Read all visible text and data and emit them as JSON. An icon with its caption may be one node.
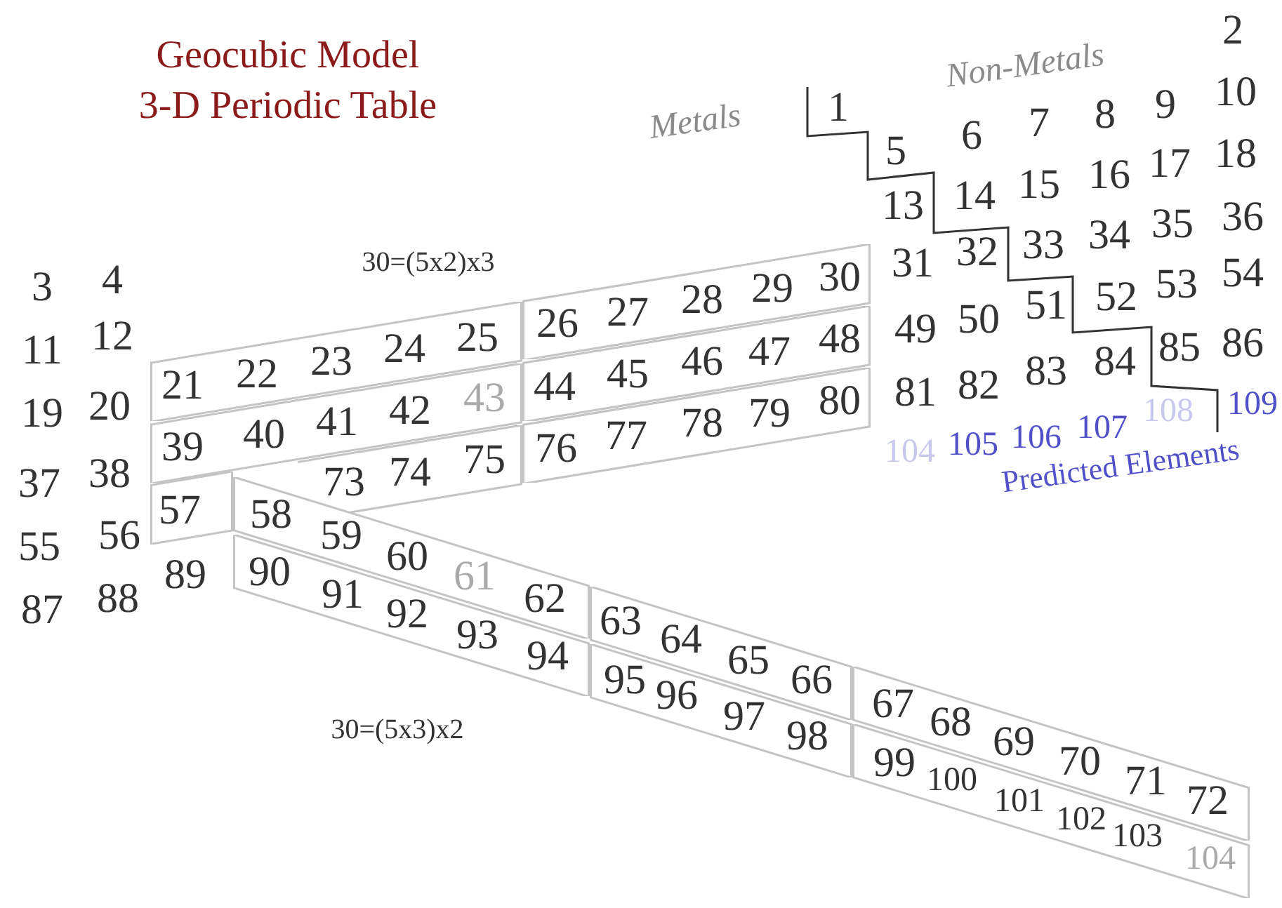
{
  "diagram": {
    "title": "Geocubic Model 3-D Periodic Table",
    "nodes": [
      {
        "text": [
          "21",
          "22",
          "23",
          "24",
          "25"
        ]
      },
      {
        "text": [
          "26",
          "27",
          "28",
          "29",
          "30"
        ]
      },
      {
        "text": [
          "39",
          "40",
          "41",
          "42",
          "43"
        ]
      },
      {
        "text": [
          "44",
          "45",
          "46",
          "47",
          "48"
        ]
      },
      {
        "text": [
          "57"
        ]
      },
      {
        "text": [
          "73",
          "74",
          "75"
        ]
      },
      {
        "text": [
          "76",
          "77",
          "78",
          "79",
          "80"
        ]
      },
      {
        "text": [
          "58",
          "59",
          "60",
          "61",
          "62"
        ]
      },
      {
        "text": [
          "63",
          "64",
          "65",
          "66"
        ]
      },
      {
        "text": [
          "67",
          "68",
          "69",
          "70",
          "71",
          "72"
        ]
      },
      {
        "text": [
          "90",
          "91",
          "92",
          "93",
          "94"
        ]
      },
      {
        "text": [
          "95",
          "96",
          "97",
          "98"
        ]
      },
      {
        "text": [
          "99",
          "100",
          "101",
          "102",
          "103",
          "104"
        ]
      }
    ],
    "edges": [],
    "labels": [
      "Metals",
      "Non-Metals",
      "2",
      "1",
      "10",
      "5",
      "6",
      "7",
      "8",
      "9",
      "13",
      "14",
      "15",
      "16",
      "17",
      "18",
      "3",
      "4",
      "30=(5x2)x3",
      "31",
      "32",
      "33",
      "34",
      "35",
      "36",
      "11",
      "12",
      "49",
      "50",
      "51",
      "52",
      "53",
      "54",
      "19",
      "20",
      "81",
      "82",
      "83",
      "84",
      "85",
      "86",
      "104",
      "105",
      "106",
      "107",
      "108",
      "109",
      "Predicted Elements",
      "37",
      "38",
      "55",
      "56",
      "87",
      "88",
      "89",
      "30=(5x3)x2"
    ]
  }
}
